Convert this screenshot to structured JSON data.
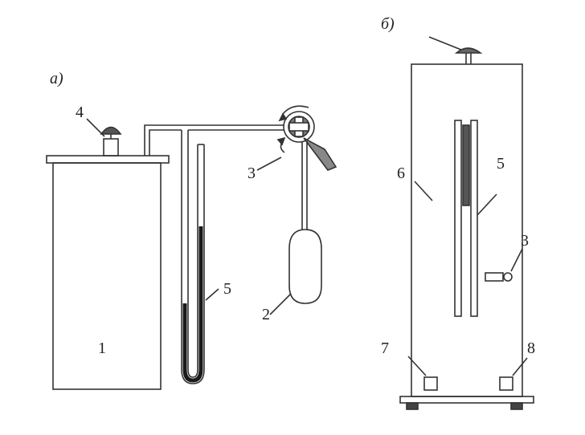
{
  "panels": {
    "a": {
      "label": "a)"
    },
    "b": {
      "label": "б)"
    }
  },
  "labels": {
    "a": {
      "1": "1",
      "2": "2",
      "3": "3",
      "4": "4",
      "5": "5"
    },
    "b": {
      "3": "3",
      "5": "5",
      "6": "6",
      "7": "7",
      "8": "8"
    }
  }
}
